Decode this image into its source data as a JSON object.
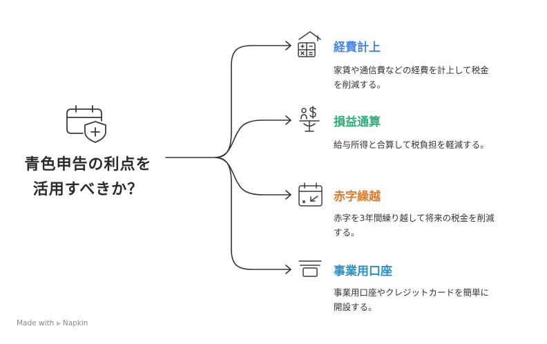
{
  "title": {
    "line1": "青色申告の利点を",
    "line2": "活用すべきか？"
  },
  "colors": {
    "line": "#333333",
    "icon": "#3a3a3a",
    "item1": "#4a86e8",
    "item2": "#2fae7a",
    "item3": "#e07a2c",
    "item4": "#2a8fc2"
  },
  "items": [
    {
      "title": "経費計上",
      "desc_lines": [
        "家賃や通信費などの経費を計上して税金",
        "を削減する。"
      ],
      "icon": "calculator-house-icon"
    },
    {
      "title": "損益通算",
      "desc_lines": [
        "給与所得と合算して税負担を軽減する。"
      ],
      "icon": "balance-scale-dollar-icon"
    },
    {
      "title": "赤字繰越",
      "desc_lines": [
        "赤字を3年間繰り越して将来の税金を削減",
        "する。"
      ],
      "icon": "calendar-arrow-icon"
    },
    {
      "title": "事業用口座",
      "desc_lines": [
        "事業用口座やクレジットカードを簡単に",
        "開設する。"
      ],
      "icon": "account-tray-icon"
    }
  ],
  "center_icon": "calendar-shield-icon",
  "footer": {
    "made_with": "Made with",
    "brand": "Napkin"
  }
}
